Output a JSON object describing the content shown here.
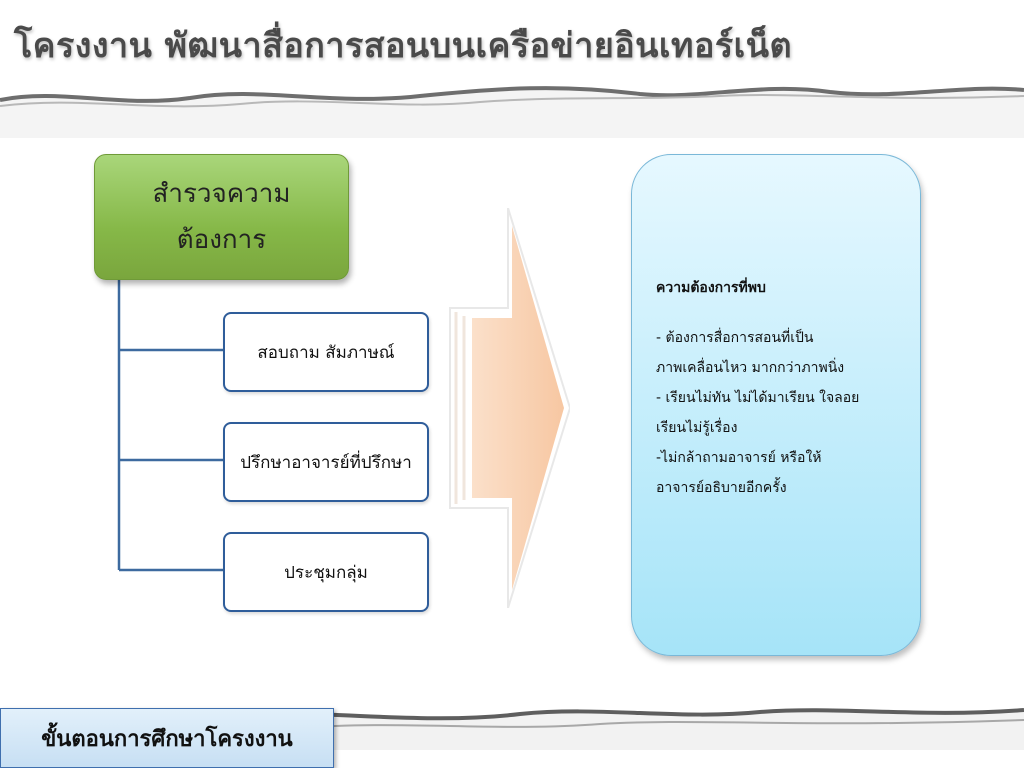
{
  "slide": {
    "title": "โครงงาน พัฒนาสื่อการสอนบนเครือข่ายอินเทอร์เน็ต",
    "footer": "ขั้นตอนการศึกษาโครงงาน"
  },
  "tree": {
    "root_lines": [
      "สำรวจความ",
      "ต้องการ"
    ],
    "children": [
      "สอบถาม สัมภาษณ์",
      "ปรึกษาอาจารย์ที่ปรึกษา",
      "ประชุมกลุ่ม"
    ]
  },
  "result": {
    "heading": "ความต้องการที่พบ",
    "lines": [
      "- ต้องการสื่อการสอนที่เป็น",
      "ภาพเคลื่อนไหว มากกว่าภาพนิ่ง",
      "- เรียนไม่ทัน ไม่ได้มาเรียน  ใจลอย",
      "เรียนไม่รู้เรื่อง",
      "-ไม่กล้าถามอาจารย์ หรือให้",
      "อาจารย์อธิบายอีกครั้ง"
    ]
  },
  "colors": {
    "root_fill": "#86b848",
    "child_border": "#2f5d9a",
    "arrow_fill": "#f9cfae",
    "result_fill": "#a6e4f8"
  }
}
